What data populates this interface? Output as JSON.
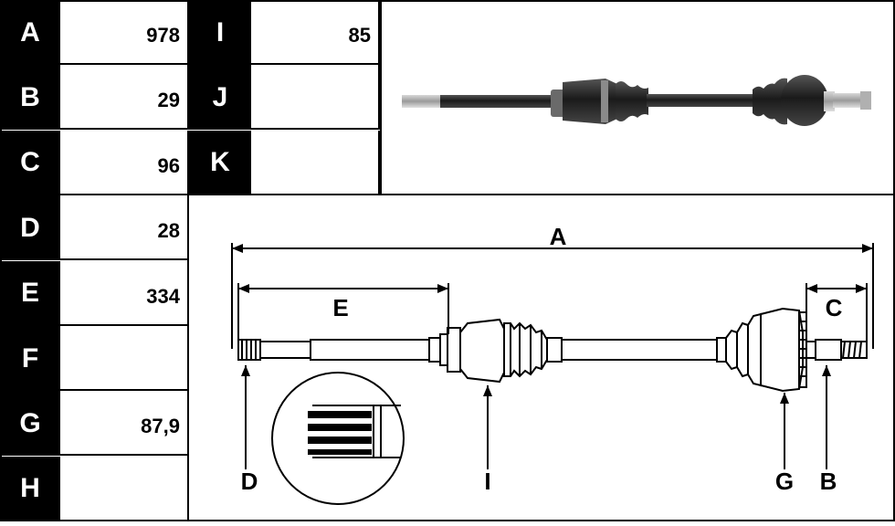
{
  "table_left": [
    {
      "key": "A",
      "value": "978"
    },
    {
      "key": "B",
      "value": "29"
    },
    {
      "key": "C",
      "value": "96"
    },
    {
      "key": "D",
      "value": "28"
    },
    {
      "key": "E",
      "value": "334"
    },
    {
      "key": "F",
      "value": ""
    },
    {
      "key": "G",
      "value": "87,9"
    },
    {
      "key": "H",
      "value": ""
    }
  ],
  "table_right": [
    {
      "key": "I",
      "value": "85"
    },
    {
      "key": "J",
      "value": ""
    },
    {
      "key": "K",
      "value": ""
    }
  ],
  "diagram_labels": {
    "A": "A",
    "E": "E",
    "C": "C",
    "D": "D",
    "I": "I",
    "G": "G",
    "B": "B"
  },
  "colors": {
    "key_bg": "#000000",
    "key_fg": "#ffffff",
    "line": "#000000",
    "shaft_photo": "#2a2a2a"
  }
}
